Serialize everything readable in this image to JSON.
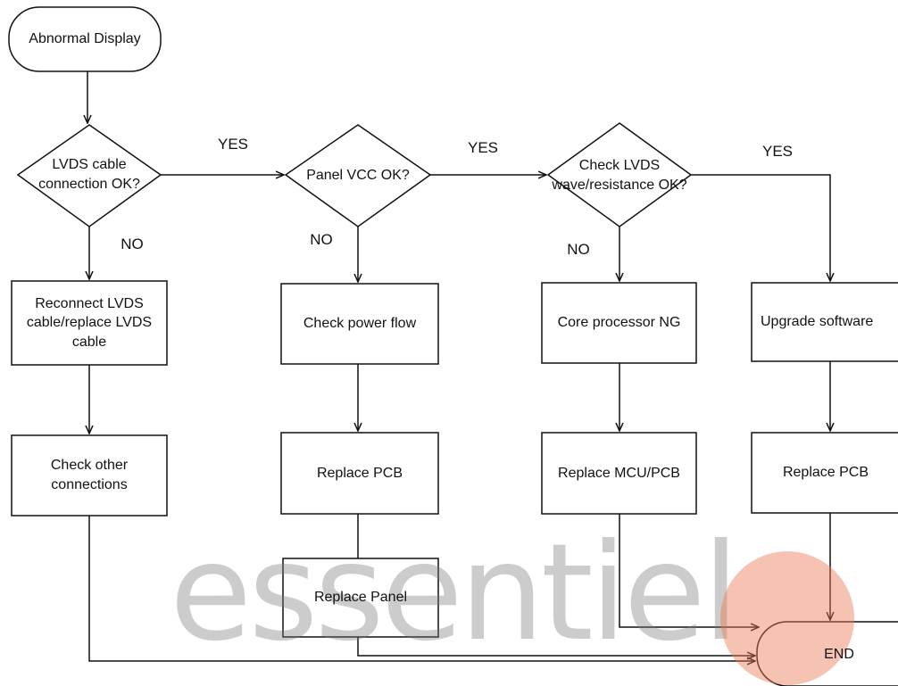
{
  "watermark": {
    "text": "essentiel",
    "logo": "b-logo"
  },
  "nodes": {
    "start": "Abnormal Display",
    "d1": "LVDS cable connection OK?",
    "d2": "Panel VCC OK?",
    "d3": "Check LVDS wave/resistance OK?",
    "b1": "Reconnect LVDS cable/replace LVDS cable",
    "b2": "Check other connections",
    "b3": "Check power flow",
    "b4": "Replace PCB",
    "b5": "Replace Panel",
    "b6": "Core processor NG",
    "b7": "Replace MCU/PCB",
    "b8": "Upgrade software",
    "b9": "Replace PCB",
    "end": "END"
  },
  "labels": {
    "yes1": "YES",
    "yes2": "YES",
    "yes3": "YES",
    "no1": "NO",
    "no2": "NO",
    "no3": "NO"
  },
  "colors": {
    "line": "#111111",
    "watermark_text": "#9a9a9a",
    "watermark_logo": "#ec7855"
  }
}
